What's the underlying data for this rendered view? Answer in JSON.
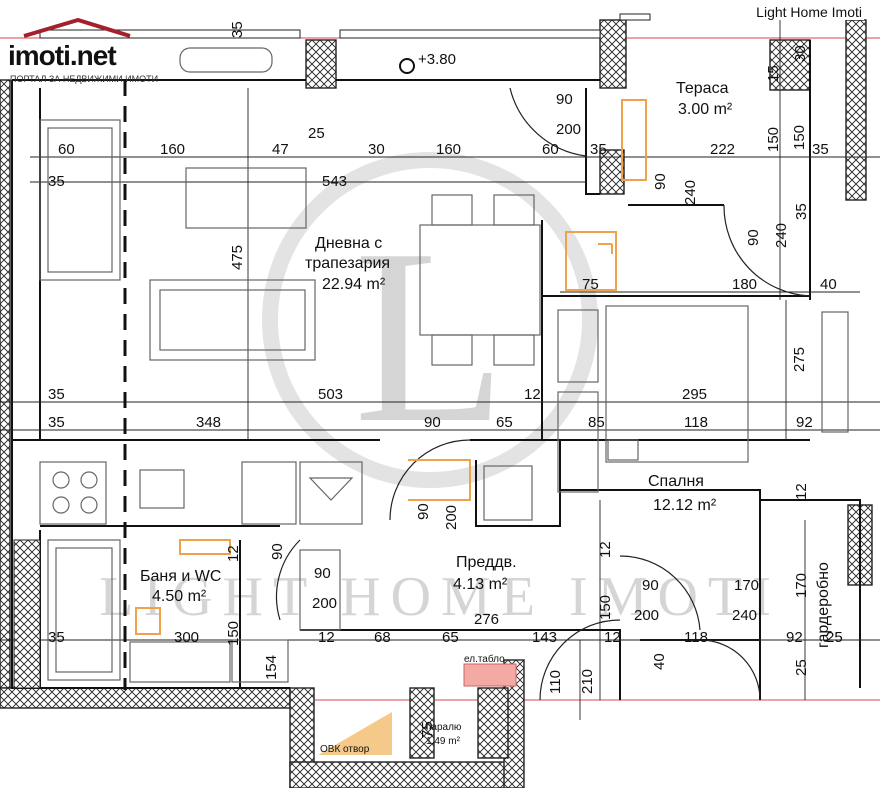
{
  "brand": {
    "name": "imoti.net",
    "tagline": "ПОРТАЛ ЗА НЕДВИЖИМИ ИМОТИ"
  },
  "corner_label": "Light Home Imoti",
  "watermark": {
    "letter": "L",
    "text": "LIGHT HOME IMOTI"
  },
  "level": "+3.80",
  "rooms": {
    "terrace": {
      "name": "Тераса",
      "area": "3.00 m²"
    },
    "living": {
      "name_line1": "Дневна с",
      "name_line2": "трапезария",
      "area": "22.94 m²"
    },
    "bedroom": {
      "name": "Спалня",
      "area": "12.12 m²"
    },
    "hall": {
      "name": "Преддв.",
      "area": "4.13 m²"
    },
    "bath": {
      "name": "Баня и WC",
      "area": "4.50 m²"
    },
    "wardrobe": {
      "name": "гардеробно"
    }
  },
  "tags": {
    "ovk": "ОВК отвор",
    "el": "ел.табло",
    "shaft": "паралю",
    "shaft_area": "1.49 m²"
  },
  "dims": {
    "d_90a": "90",
    "d_200a": "200",
    "d_15": "15",
    "d_30": "30",
    "d_60a": "60",
    "d_160a": "160",
    "d_47": "47",
    "d_25a": "25",
    "d_30b": "30",
    "d_160b": "160",
    "d_60b": "60",
    "d_35a": "35",
    "d_222": "222",
    "d_150a": "150",
    "d_150b": "150",
    "d_35b": "35",
    "d_35c": "35",
    "d_543": "543",
    "d_90b": "90",
    "d_240a": "240",
    "d_35d": "35",
    "d_475": "475",
    "d_90c": "90",
    "d_240b": "240",
    "d_75a": "75",
    "d_180": "180",
    "d_40a": "40",
    "d_275": "275",
    "d_35e": "35",
    "d_503": "503",
    "d_12a": "12",
    "d_295": "295",
    "d_35f": "35",
    "d_348": "348",
    "d_90d": "90",
    "d_65a": "65",
    "d_85": "85",
    "d_118a": "118",
    "d_92a": "92",
    "d_90e": "90",
    "d_200b": "200",
    "d_12b": "12",
    "d_12c": "12",
    "d_12d": "12",
    "d_90f": "90",
    "d_90g": "90",
    "d_200c": "200",
    "d_90h": "90",
    "d_200d": "200",
    "d_170a": "170",
    "d_170b": "170",
    "d_240c": "240",
    "d_150c": "150",
    "d_150d": "150",
    "d_276": "276",
    "d_35g": "35",
    "d_300": "300",
    "d_12e": "12",
    "d_68": "68",
    "d_65b": "65",
    "d_143": "143",
    "d_12f": "12",
    "d_118b": "118",
    "d_92b": "92",
    "d_25b": "25",
    "d_154": "154",
    "d_110": "110",
    "d_210": "210",
    "d_40b": "40",
    "d_25c": "25",
    "d_75b": "75",
    "d_35h": "35"
  },
  "colors": {
    "wall_hatch": "#222222",
    "red_axis": "#d4474f",
    "orange_symbols": "#f0a24a",
    "el_panel": "#f3aaa5",
    "ovk_fill": "#f5c98a"
  }
}
